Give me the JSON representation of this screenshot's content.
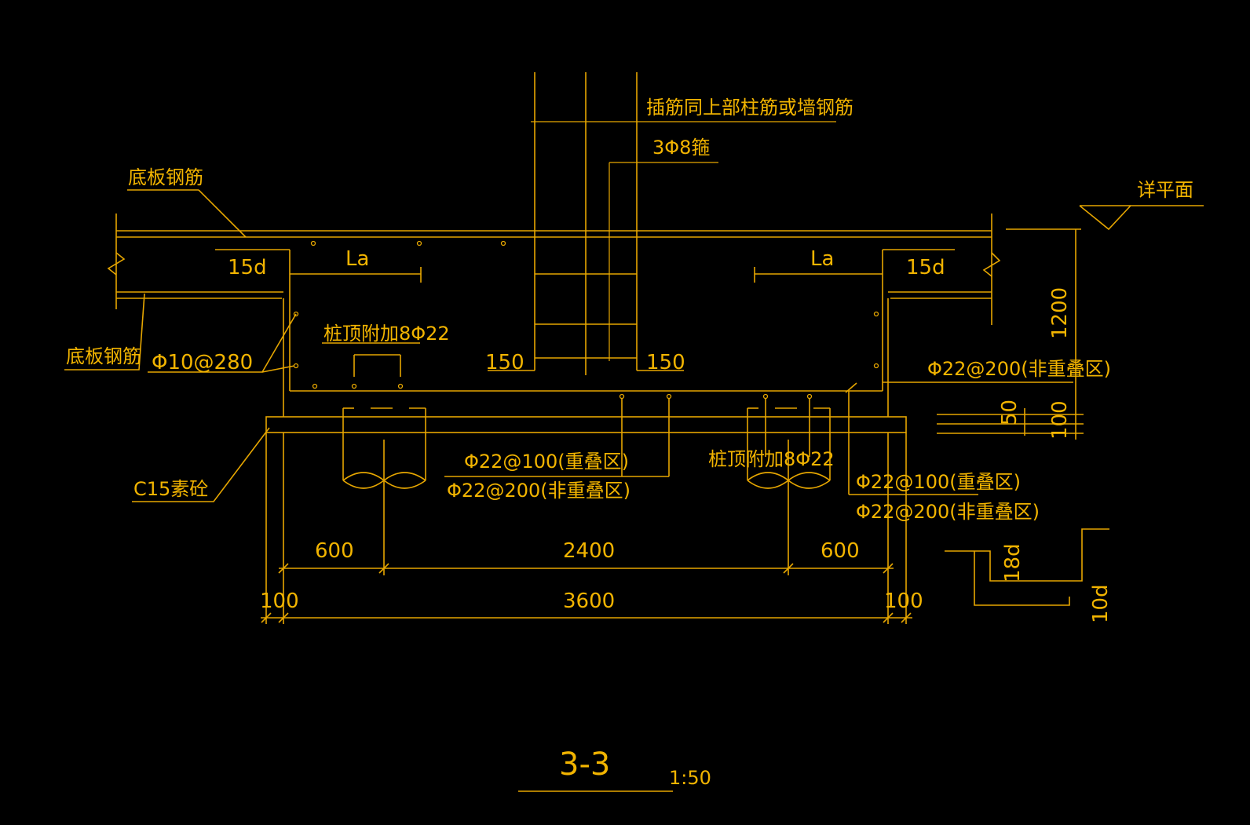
{
  "labels": {
    "dowel_note": "插筋同上部柱筋或墙钢筋",
    "stirrup": "3Φ8箍",
    "slab_rebar_top": "底板钢筋",
    "slab_rebar_bottom": "底板钢筋",
    "see_plan": "详平面",
    "la_left": "La",
    "la_right": "La",
    "anchor_15d_left": "15d",
    "anchor_15d_right": "15d",
    "pile_top_left": "桩顶附加8Φ22",
    "pile_top_right": "桩顶附加8Φ22",
    "side_bar": "Φ10@280",
    "dim_150_left": "150",
    "dim_150_right": "150",
    "right_bar": "Φ22@200(非重叠区)",
    "dim_1200": "1200",
    "dim_50": "50",
    "dim_100_side": "100",
    "bottom_overlap": "Φ22@100(重叠区)",
    "bottom_nonoverlap": "Φ22@200(非重叠区)",
    "right_overlap": "Φ22@100(重叠区)",
    "right_nonoverlap": "Φ22@200(非重叠区)",
    "concrete": "C15素砼",
    "dim_600_left": "600",
    "dim_2400": "2400",
    "dim_600_right": "600",
    "dim_100_left": "100",
    "dim_3600": "3600",
    "dim_100_right": "100",
    "hook_18d": "18d",
    "hook_10d": "10d",
    "section_title": "3-3",
    "section_scale": "1:50"
  },
  "colors": {
    "background": "#000000",
    "line": "#e6a600",
    "text": "#f2b400"
  }
}
